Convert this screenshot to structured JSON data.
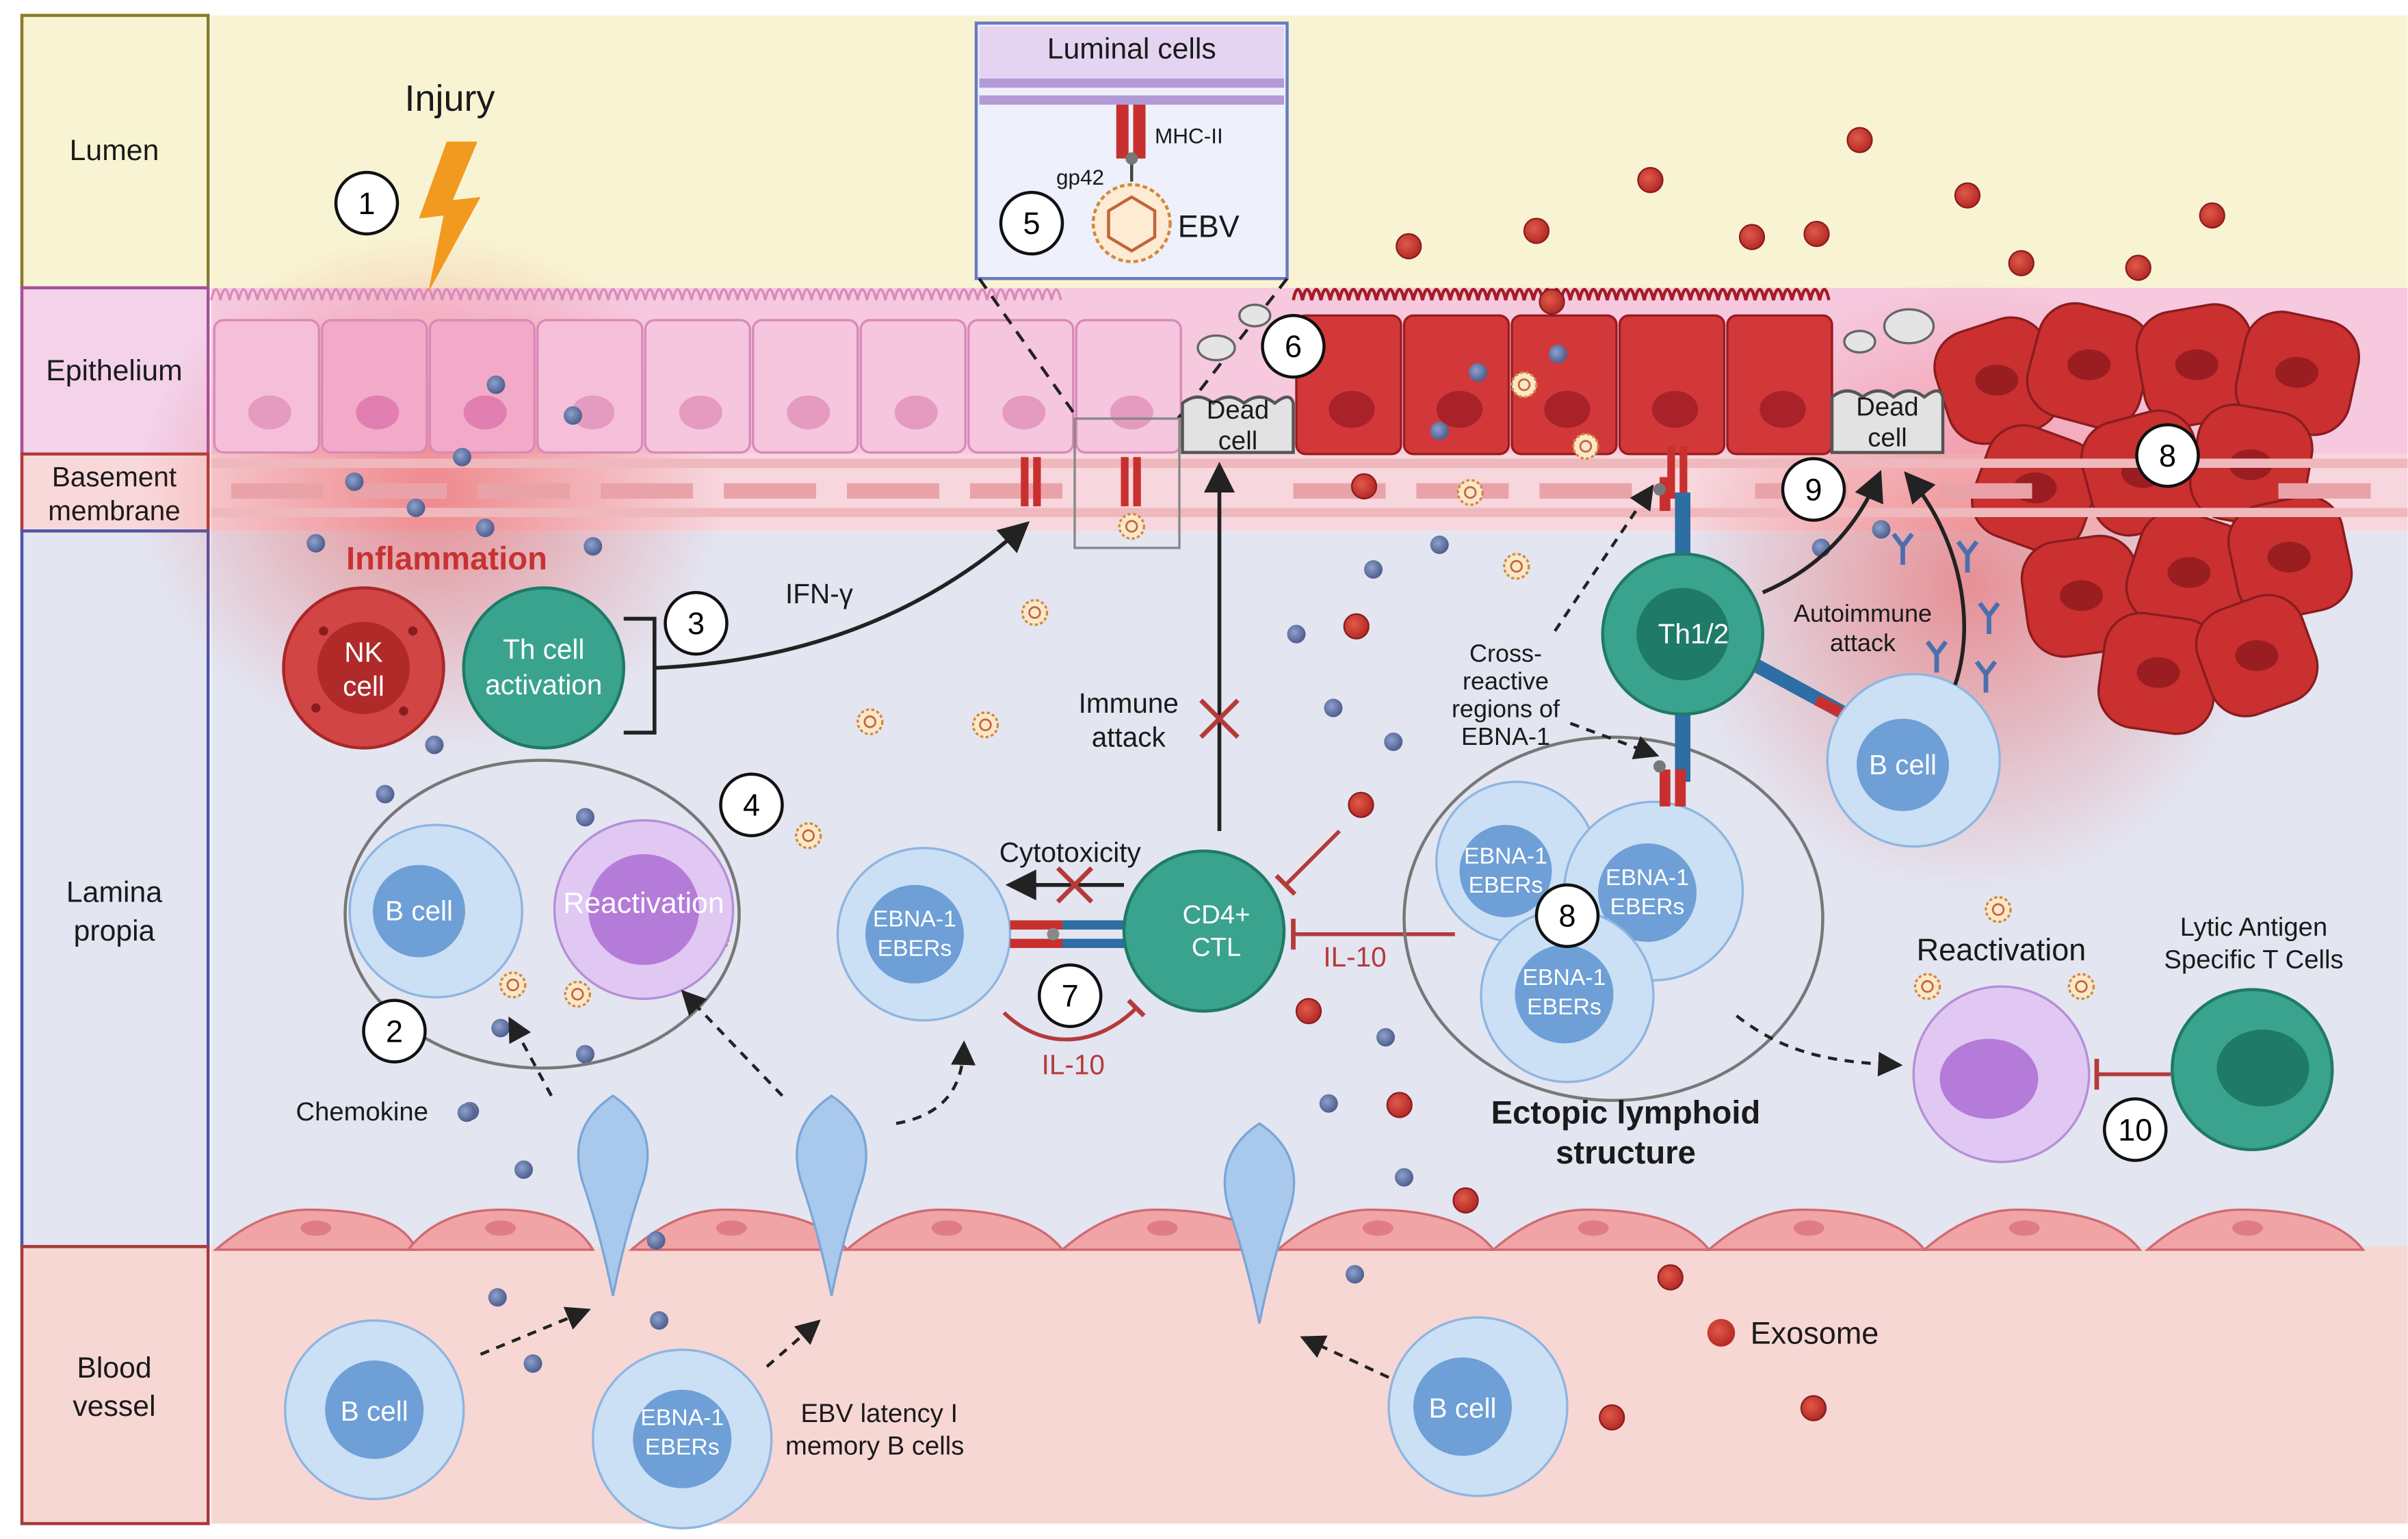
{
  "layers": {
    "lumen": "Lumen",
    "epithelium": "Epithelium",
    "basement_membrane": [
      "Basement",
      "membrane"
    ],
    "lamina_propria": [
      "Lamina",
      "propia"
    ],
    "blood_vessel": [
      "Blood",
      "vessel"
    ]
  },
  "labels": {
    "injury": "Injury",
    "luminal_cells": "Luminal cells",
    "mhc_ii": "MHC-II",
    "gp42": "gp42",
    "ebv": "EBV",
    "dead_cell": [
      "Dead",
      "cell"
    ],
    "inflammation": "Inflammation",
    "nk_cell": [
      "NK",
      "cell"
    ],
    "th_activation": [
      "Th cell",
      "activation"
    ],
    "ifn_gamma": "IFN-γ",
    "b_cell": "B cell",
    "reactivation": "Reactivation",
    "immune_attack": [
      "Immune",
      "attack"
    ],
    "cytotoxicity": "Cytotoxicity",
    "ebna_ebers": [
      "EBNA-1",
      "EBERs"
    ],
    "cd4_ctl": [
      "CD4+",
      "CTL"
    ],
    "il10": "IL-10",
    "th12": "Th1/2",
    "cross_reactive": [
      "Cross-",
      "reactive",
      "regions of",
      "EBNA-1"
    ],
    "autoimmune_attack": [
      "Autoimmune",
      "attack"
    ],
    "ectopic": [
      "Ectopic lymphoid",
      "structure"
    ],
    "lytic": [
      "Lytic Antigen",
      "Specific T Cells"
    ],
    "chemokine": "Chemokine",
    "exosome": "Exosome",
    "latency": [
      "EBV latency I",
      "memory B cells"
    ]
  },
  "steps": [
    "1",
    "2",
    "3",
    "4",
    "5",
    "6",
    "7",
    "8",
    "9",
    "10"
  ],
  "colors": {
    "lumen_bg": "#f8f4d3",
    "epithelium_pink": "#f6c9df",
    "epithelium_red": "#c8282b",
    "lamina_bg": "#e3e5f1",
    "blood_bg": "#f7d7d4",
    "b_cell": "#6e9fd6",
    "th_cell": "#2f9a86",
    "reactivation": "#b57bd8",
    "nk_cell": "#c83a3a",
    "inflammation_text": "#c83232"
  }
}
